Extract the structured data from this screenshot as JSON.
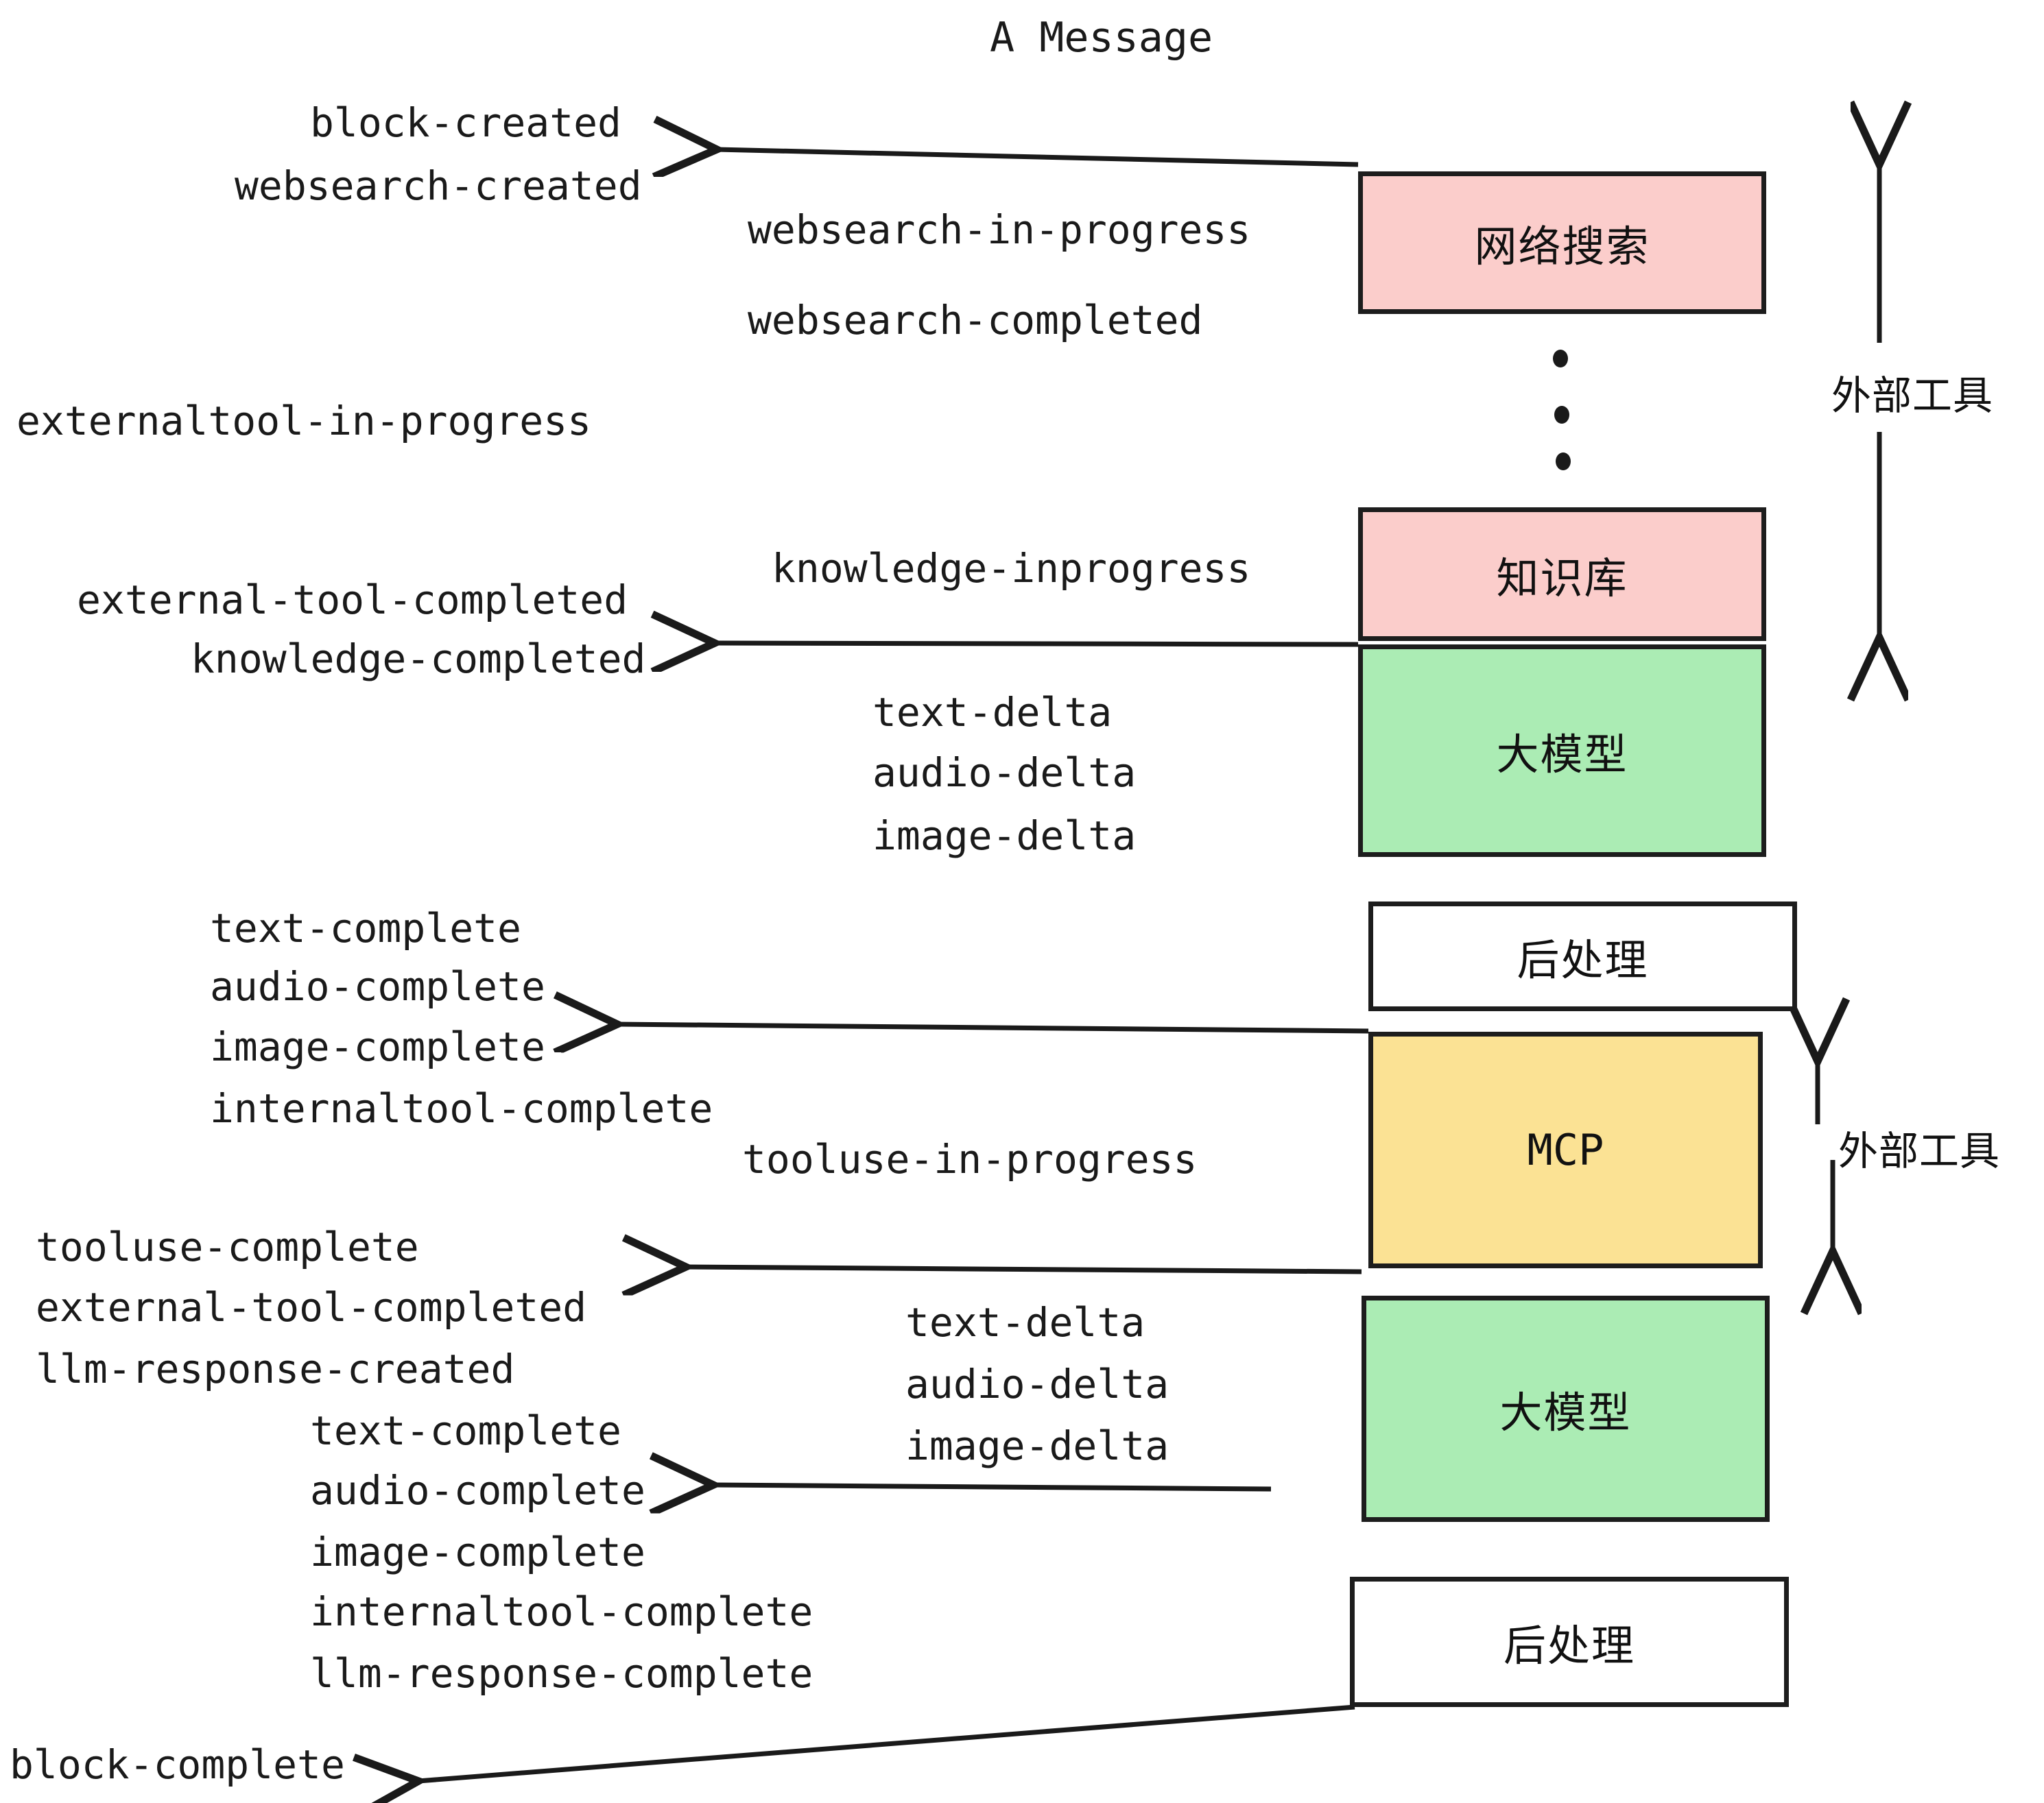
{
  "title": "A Message",
  "boxes": [
    {
      "id": "websearch",
      "label": "网络搜索",
      "color": "#fbcdcb"
    },
    {
      "id": "knowledge",
      "label": "知识库",
      "color": "#fbcdcb"
    },
    {
      "id": "llm-top",
      "label": "大模型",
      "color": "#abecb4"
    },
    {
      "id": "post-top",
      "label": "后处理",
      "color": "#ffffff"
    },
    {
      "id": "mcp",
      "label": "MCP",
      "color": "#fbe294"
    },
    {
      "id": "llm-bottom",
      "label": "大模型",
      "color": "#abecb4"
    },
    {
      "id": "post-bottom",
      "label": "后处理",
      "color": "#ffffff"
    }
  ],
  "side_labels": [
    {
      "id": "external-tools-top",
      "label": "外部工具"
    },
    {
      "id": "external-tools-bottom",
      "label": "外部工具"
    }
  ],
  "events": [
    {
      "id": "block-created",
      "text": "block-created"
    },
    {
      "id": "websearch-created",
      "text": "websearch-created"
    },
    {
      "id": "websearch-in-progress",
      "text": "websearch-in-progress"
    },
    {
      "id": "websearch-completed",
      "text": "websearch-completed"
    },
    {
      "id": "externaltool-in-progress",
      "text": "externaltool-in-progress"
    },
    {
      "id": "knowledge-inprogress",
      "text": "knowledge-inprogress"
    },
    {
      "id": "external-tool-completed-1",
      "text": "external-tool-completed"
    },
    {
      "id": "knowledge-completed",
      "text": "knowledge-completed"
    },
    {
      "id": "text-delta-1",
      "text": "text-delta"
    },
    {
      "id": "audio-delta-1",
      "text": "audio-delta"
    },
    {
      "id": "image-delta-1",
      "text": "image-delta"
    },
    {
      "id": "text-complete-1",
      "text": "text-complete"
    },
    {
      "id": "audio-complete-1",
      "text": "audio-complete"
    },
    {
      "id": "image-complete-1",
      "text": "image-complete"
    },
    {
      "id": "internaltool-complete-1",
      "text": "internaltool-complete"
    },
    {
      "id": "tooluse-in-progress",
      "text": "tooluse-in-progress"
    },
    {
      "id": "tooluse-complete",
      "text": "tooluse-complete"
    },
    {
      "id": "external-tool-completed-2",
      "text": "external-tool-completed"
    },
    {
      "id": "llm-response-created",
      "text": "llm-response-created"
    },
    {
      "id": "text-delta-2",
      "text": "text-delta"
    },
    {
      "id": "audio-delta-2",
      "text": "audio-delta"
    },
    {
      "id": "image-delta-2",
      "text": "image-delta"
    },
    {
      "id": "text-complete-2",
      "text": "text-complete"
    },
    {
      "id": "audio-complete-2",
      "text": "audio-complete"
    },
    {
      "id": "image-complete-2",
      "text": "image-complete"
    },
    {
      "id": "internaltool-complete-2",
      "text": "internaltool-complete"
    },
    {
      "id": "llm-response-complete",
      "text": "llm-response-complete"
    },
    {
      "id": "block-complete",
      "text": "block-complete"
    }
  ],
  "colors": {
    "pink": "#fbcdcb",
    "green": "#abecb4",
    "yellow": "#fbe294",
    "white": "#ffffff",
    "stroke": "#1d1d1d",
    "text": "#1a1a1a",
    "background": "#ffffff"
  }
}
